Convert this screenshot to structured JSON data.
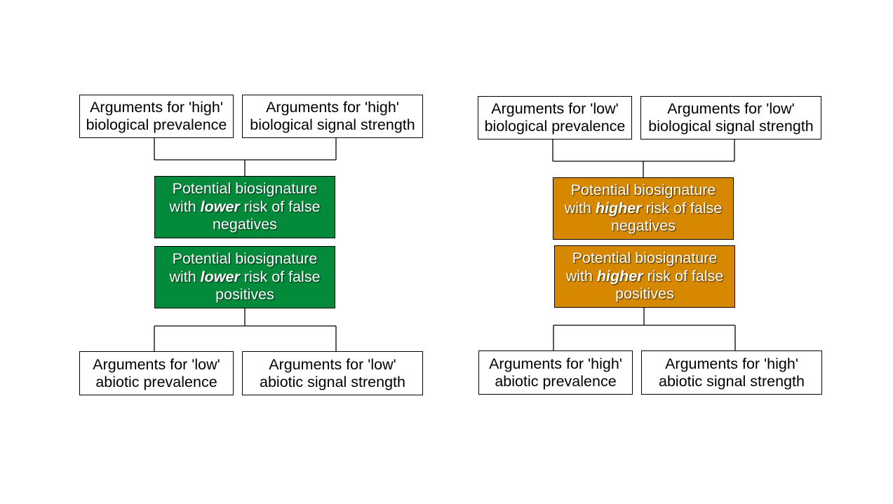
{
  "left_panel": {
    "top_left": {
      "line1": "Arguments for 'high'",
      "line2": "biological prevalence"
    },
    "top_right": {
      "line1": "Arguments for 'high'",
      "line2": "biological signal strength"
    },
    "middle_top": {
      "line1": "Potential biosignature",
      "pre": "with ",
      "emph": "lower",
      "post": " risk of false",
      "line3": "negatives",
      "color": "#038b3b"
    },
    "middle_bottom": {
      "line1": "Potential biosignature",
      "pre": "with ",
      "emph": "lower",
      "post": " risk of false",
      "line3": "positives",
      "color": "#038b3b"
    },
    "bottom_left": {
      "line1": "Arguments for 'low'",
      "line2": "abiotic prevalence"
    },
    "bottom_right": {
      "line1": "Arguments for 'low'",
      "line2": "abiotic signal strength"
    }
  },
  "right_panel": {
    "top_left": {
      "line1": "Arguments for 'low'",
      "line2": "biological prevalence"
    },
    "top_right": {
      "line1": "Arguments for 'low'",
      "line2": "biological signal strength"
    },
    "middle_top": {
      "line1": "Potential biosignature",
      "pre": "with ",
      "emph": "higher",
      "post": " risk of false",
      "line3": "negatives",
      "color": "#d68800"
    },
    "middle_bottom": {
      "line1": "Potential biosignature",
      "pre": "with ",
      "emph": "higher",
      "post": " risk of false",
      "line3": "positives",
      "color": "#d68800"
    },
    "bottom_left": {
      "line1": "Arguments for 'high'",
      "line2": "abiotic prevalence"
    },
    "bottom_right": {
      "line1": "Arguments for 'high'",
      "line2": "abiotic signal strength"
    }
  }
}
